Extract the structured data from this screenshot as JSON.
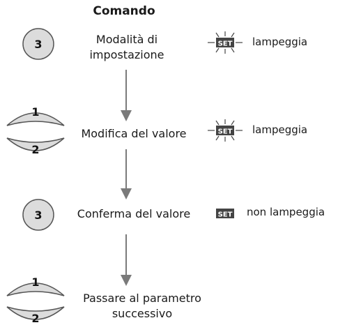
{
  "header": {
    "title": "Comando"
  },
  "steps": [
    {
      "button": "3",
      "text_line1": "Modalità di",
      "text_line2": "impostazione",
      "status": "lampeggia",
      "icon": "set-blinking-icon"
    },
    {
      "button_up": "1",
      "button_down": "2",
      "text": "Modifica del valore",
      "status": "lampeggia",
      "icon": "set-blinking-icon"
    },
    {
      "button": "3",
      "text": "Conferma del valore",
      "status": "non lampeggia",
      "icon": "set-icon"
    },
    {
      "button_up": "1",
      "button_down": "2",
      "text_line1": "Passare al parametro",
      "text_line2": "successivo"
    }
  ],
  "set_label": "SET",
  "colors": {
    "button_fill": "#dcdcdc",
    "button_stroke": "#555555",
    "arrow": "#7a7a7a",
    "set_bg": "#444444",
    "set_text": "#ffffff"
  }
}
